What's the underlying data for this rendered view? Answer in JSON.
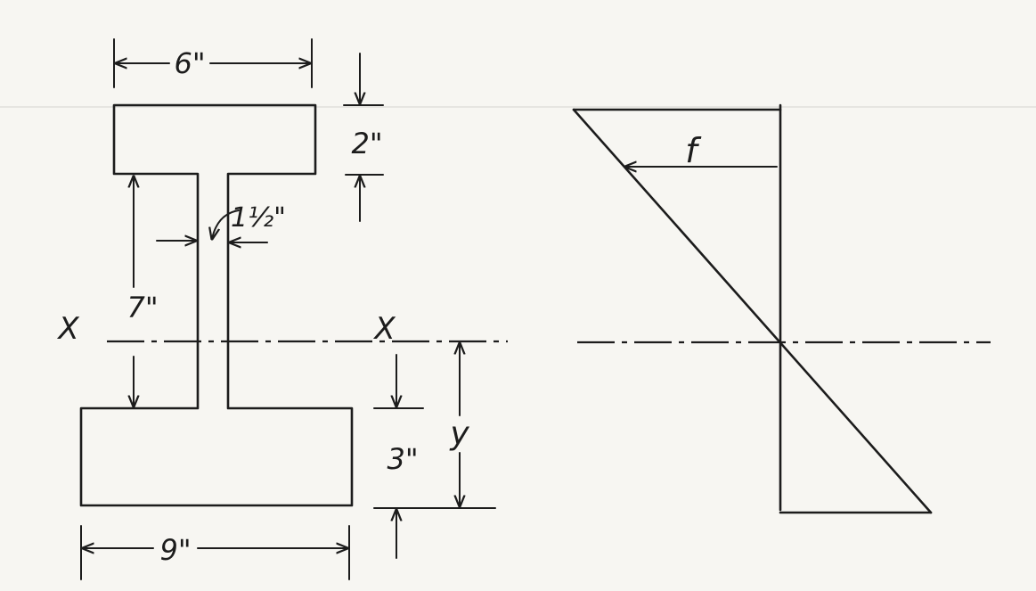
{
  "section": {
    "top_flange_width": "6\"",
    "top_flange_thickness": "2\"",
    "web_thickness": "1½\"",
    "web_height": "7\"",
    "bottom_flange_thickness": "3\"",
    "bottom_flange_width": "9\"",
    "neutral_axis_left": "X",
    "neutral_axis_right": "X",
    "centroid_distance": "y"
  },
  "stress_diagram": {
    "stress_label": "f"
  }
}
